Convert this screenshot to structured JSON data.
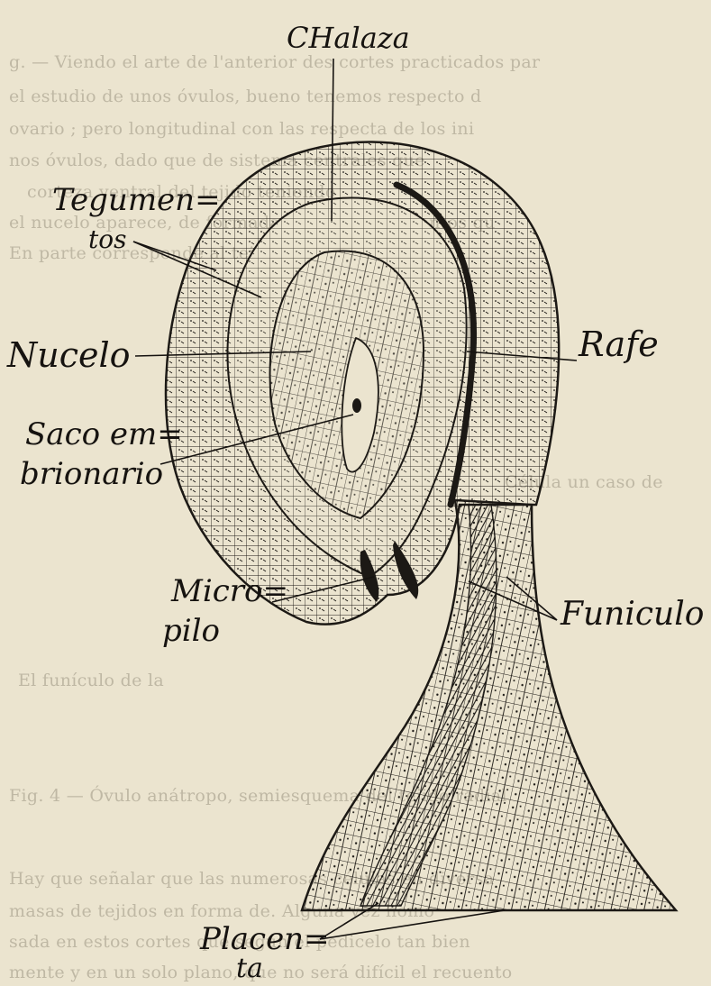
{
  "background_text": [
    "g. — Viendo el arte de l'anterior des cortes practicados par",
    "el estudio de unos óvulos, bueno tenemos respecto d",
    "ovario ; pero longitudinal con las respecta de los ini",
    "nos óvulos, dado que de sistema centrales que",
    "corteza ventral del tejido teniendo",
    "el nucelo aparece, de formadas por los tegumentos qu",
    "En parte corresponde al tejido de la calaza y el",
    "Célula un caso de",
    "El funículo de la",
    "Fig. 4 — Óvulo anátropo, semiesquema del tejido radial",
    "Hay que señalar que las numerosas células en diversa",
    "masas de tejidos en forma de. Alguna vez homo",
    "sada en estos cortes que según el pedicelo tan bien",
    "mente y en un solo plano, que no será difícil el recuento"
  ],
  "labels": {
    "chalaza": "CHalaza",
    "tegumentos_1": "Tegumen=",
    "tegumentos_2": "tos",
    "nucelo": "Nucelo",
    "rafe": "Rafe",
    "saco_1": "Saco em=",
    "saco_2": "brionario",
    "micropilo_1": "Micro=",
    "micropilo_2": "pilo",
    "funiculo": "Funiculo",
    "placenta_1": "Placen=",
    "placenta_2": "ta"
  },
  "colors": {
    "paper": "#ebe4cf",
    "ink": "#1c1915",
    "faded_text": "#8b8371"
  }
}
